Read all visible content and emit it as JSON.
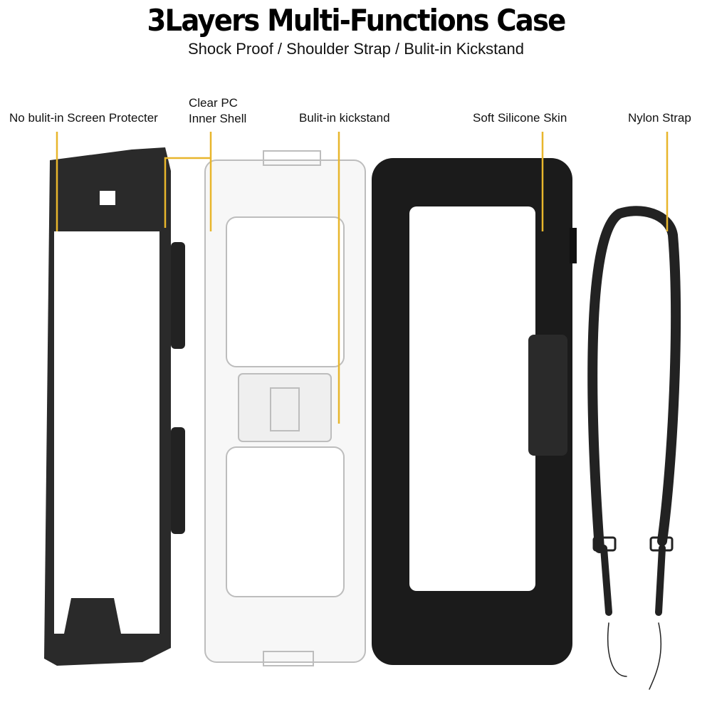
{
  "header": {
    "title": "3Layers Multi-Functions Case",
    "subtitle": "Shock Proof / Shoulder Strap / Bulit-in Kickstand"
  },
  "callouts": [
    {
      "label": "No bulit-in Screen Protecter"
    },
    {
      "label_line1": "Clear PC",
      "label_line2": "Inner Shell"
    },
    {
      "label": "Bulit-in kickstand"
    },
    {
      "label": "Soft Silicone Skin"
    },
    {
      "label": "Nylon Strap"
    }
  ],
  "colors": {
    "leader": "#e8b62c",
    "frame": "#1a1a1a",
    "clear": "#c8c8c8"
  }
}
